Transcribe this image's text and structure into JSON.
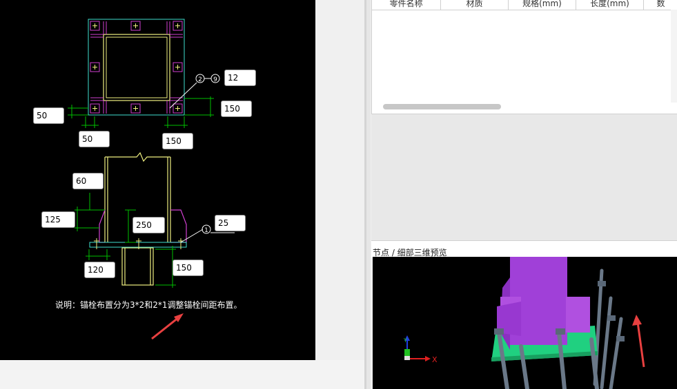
{
  "table": {
    "columns": [
      "零件名称",
      "材质",
      "规格(mm)",
      "长度(mm)",
      "数"
    ]
  },
  "drawing": {
    "dims": {
      "d12": "12",
      "d150_right": "150",
      "d50_left": "50",
      "d50_bottom": "50",
      "d150_bottom": "150",
      "d60": "60",
      "d125": "125",
      "d250": "250",
      "d25": "25",
      "d120": "120",
      "d150_base": "150"
    },
    "callouts": {
      "c2": "2",
      "c9": "9",
      "c1": "1"
    },
    "note": "说明：锚栓布置分为3*2和2*1调整锚栓间距布置。"
  },
  "preview": {
    "title": "节点 / 细部三维预览",
    "axis_x": "X",
    "axis_y": "Y"
  },
  "colors": {
    "cad_background": "#000000",
    "cad_green": "#00c000",
    "cad_yellow": "#f0f080",
    "cad_magenta": "#d040d0",
    "cad_cyan": "#40e0d0",
    "arrow_red": "#e84040",
    "model_purple": "#a040d8",
    "model_green": "#20d080",
    "bolt_gray": "#6a7888"
  }
}
